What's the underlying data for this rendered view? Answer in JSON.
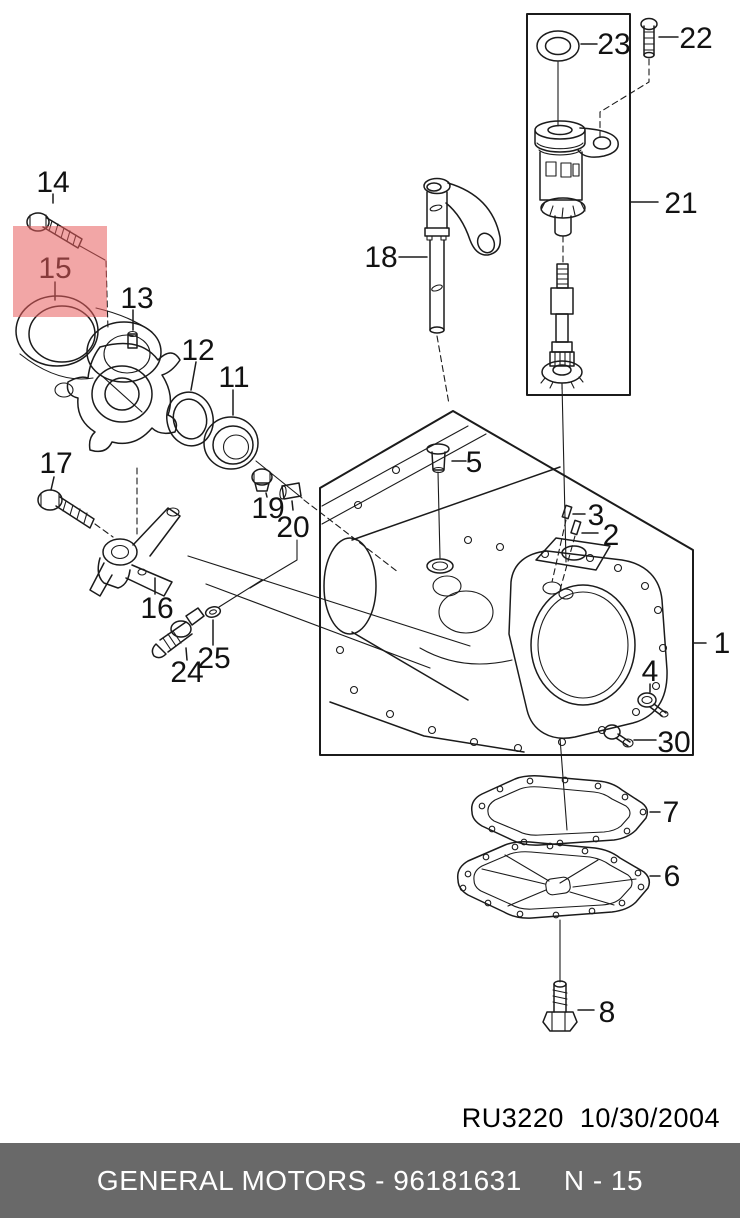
{
  "diagram": {
    "highlight": {
      "part": "15",
      "color": "#e85c5c"
    },
    "callouts": [
      {
        "num": "1"
      },
      {
        "num": "2"
      },
      {
        "num": "3"
      },
      {
        "num": "4"
      },
      {
        "num": "5"
      },
      {
        "num": "6"
      },
      {
        "num": "7"
      },
      {
        "num": "8"
      },
      {
        "num": "11"
      },
      {
        "num": "12"
      },
      {
        "num": "13"
      },
      {
        "num": "14"
      },
      {
        "num": "15"
      },
      {
        "num": "16"
      },
      {
        "num": "17"
      },
      {
        "num": "18"
      },
      {
        "num": "19"
      },
      {
        "num": "20"
      },
      {
        "num": "21"
      },
      {
        "num": "22"
      },
      {
        "num": "23"
      },
      {
        "num": "24"
      },
      {
        "num": "25"
      },
      {
        "num": "30"
      }
    ]
  },
  "stamp": {
    "code": "RU3220",
    "date": "10/30/2004"
  },
  "footer": {
    "title": "GENERAL MOTORS - 96181631",
    "page": "N - 15",
    "bg": "#696969"
  }
}
